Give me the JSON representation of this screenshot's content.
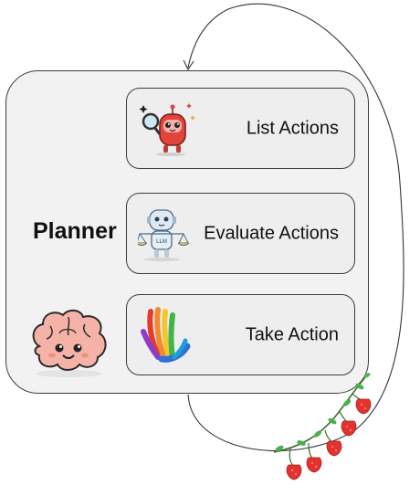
{
  "planner": {
    "title": "Planner"
  },
  "steps": [
    {
      "label": "List Actions",
      "icon": "magnifier-robot-icon"
    },
    {
      "label": "Evaluate Actions",
      "icon": "scales-robot-icon"
    },
    {
      "label": "Take Action",
      "icon": "rainbow-hand-icon"
    }
  ],
  "colors": {
    "panel_fill": "#f2f2f2",
    "step_fill": "#eeeeee",
    "border": "#3d3d3d",
    "loop_arrow": "#333333",
    "strawberry": "#e5322f"
  }
}
